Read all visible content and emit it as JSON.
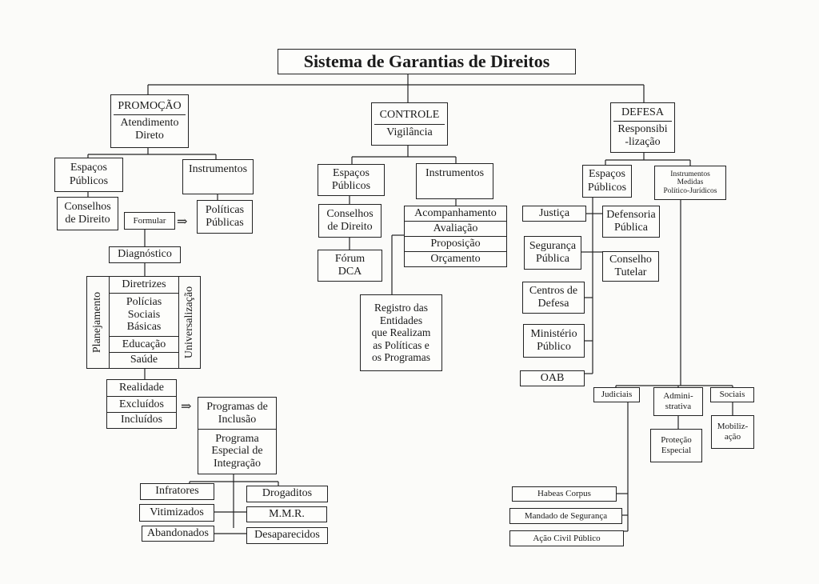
{
  "title": "Sistema de Garantias de Direitos",
  "arrow_symbol": "⇒",
  "promocao": {
    "header": "PROMOÇÃO",
    "sub": "Atendimento\nDireto",
    "espacos": "Espaços\nPúblicos",
    "instrumentos": "Instrumentos",
    "conselhos": "Conselhos\nde Direito",
    "formular": "Formular",
    "politicas": "Políticas\nPúblicas",
    "diagnostico": "Diagnóstico",
    "planejamento": "Planejamento",
    "universalizacao": "Universalização",
    "plan_items": [
      "Diretrizes",
      "Polícias\nSociais\nBásicas",
      "Educação",
      "Saúde"
    ],
    "realidade_items": [
      "Realidade",
      "Excluídos",
      "Incluídos"
    ],
    "programas": [
      "Programas de\nInclusão",
      "Programa\nEspecial de\nIntegração"
    ],
    "groups_left": [
      "Infratores",
      "Vitimizados",
      "Abandonados"
    ],
    "groups_right": [
      "Drogaditos",
      "M.M.R.",
      "Desaparecidos"
    ]
  },
  "controle": {
    "header": "CONTROLE",
    "sub": "Vigilância",
    "espacos": "Espaços\nPúblicos",
    "instrumentos": "Instrumentos",
    "conselhos": "Conselhos\nde Direito",
    "forum": "Fórum\nDCA",
    "instr_items": [
      "Acompanhamento",
      "Avaliação",
      "Proposição",
      "Orçamento"
    ],
    "registro": "Registro das\nEntidades\nque Realizam\nas Políticas e\nos Programas"
  },
  "defesa": {
    "header": "DEFESA",
    "sub": "Responsibi\n-lização",
    "espacos": "Espaços\nPúblicos",
    "instrumentos": "Instrumentos\nMedidas\nPolítico-Jurídicos",
    "justica": "Justiça",
    "defensoria": "Defensoria\nPública",
    "seguranca": "Segurança\nPública",
    "conselho_tutelar": "Conselho\nTutelar",
    "centros": "Centros de\nDefesa",
    "ministerio": "Ministério\nPúblico",
    "oab": "OAB",
    "judiciais": "Judiciais",
    "administrativa": "Admini-\nstrativa",
    "sociais": "Sociais",
    "protecao": "Proteção\nEspecial",
    "mobilizacao": "Mobiliz-\nação",
    "judiciais_items": [
      "Habeas Corpus",
      "Mandado de Segurança",
      "Ação Civil Público"
    ]
  }
}
